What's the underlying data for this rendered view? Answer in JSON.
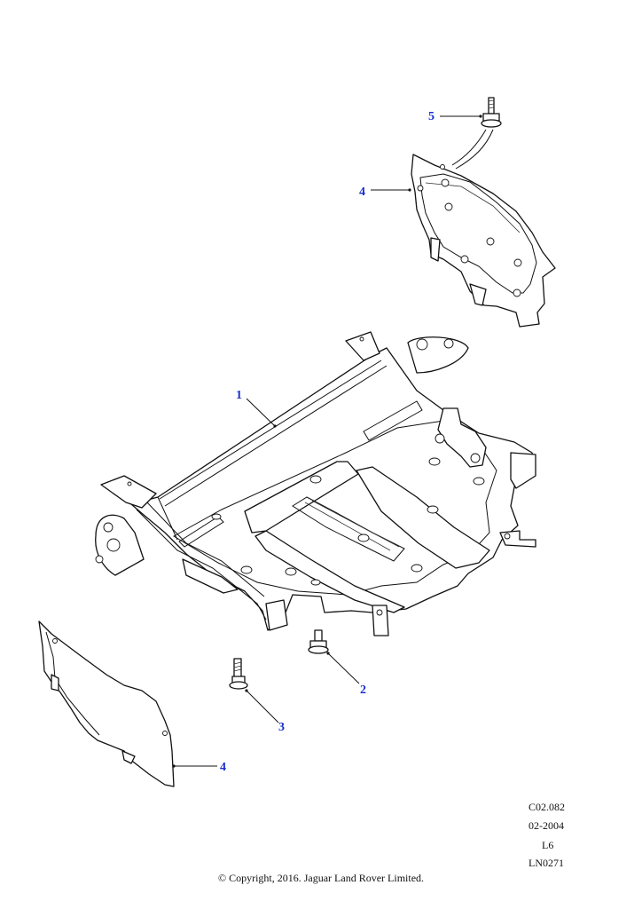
{
  "callouts": {
    "c1": "1",
    "c2": "2",
    "c3": "3",
    "c4_top": "4",
    "c4_bottom": "4",
    "c5": "5"
  },
  "colors": {
    "callout": "#1a2fd0",
    "line": "#111111",
    "background": "#ffffff"
  },
  "meta": {
    "code": "C02.082",
    "date": "02-2004",
    "engine": "L6",
    "ref": "LN0271"
  },
  "copyright": "© Copyright, 2016. Jaguar Land Rover Limited."
}
